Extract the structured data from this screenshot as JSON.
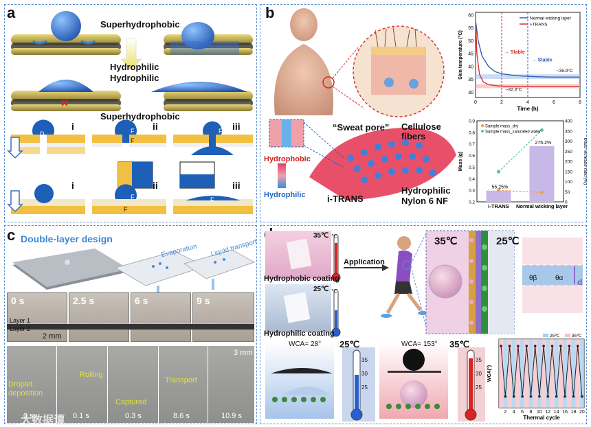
{
  "panels": {
    "a": {
      "label": "a",
      "superhydrophobic_top": "Superhydrophobic",
      "hydrophilic_1": "Hydrophilic",
      "hydrophilic_2": "Hydrophilic",
      "superhydrophobic_bottom": "Superhydrophobic",
      "stage_i": "i",
      "stage_ii": "ii",
      "stage_iii": "iii",
      "stage_i_b": "i",
      "stage_ii_b": "ii",
      "stage_iii_b": "iii",
      "d_label": "D",
      "f_labels": [
        "F",
        "F",
        "F",
        "F",
        "F",
        "F"
      ]
    },
    "b": {
      "label": "b",
      "sweat_pore": "“Sweat pore”",
      "cellulose": "Cellulose fibers",
      "hydrophobic": "Hydrophobic",
      "hydrophilic": "Hydrophilic",
      "itrans": "i-TRANS",
      "nylon": "Hydrophilic Nylon 6 NF"
    },
    "c": {
      "label": "c",
      "title": "Double-layer design",
      "evaporation": "Evaporation",
      "liquid_transport": "Liquid transport",
      "times": [
        "0 s",
        "2.5 s",
        "6 s",
        "9 s"
      ],
      "layer1": "Layer 1",
      "layer2": "Layer 2",
      "scale1": "2 mm",
      "scale2": "3 mm",
      "bottom_times": [
        "0 s",
        "0.1 s",
        "0.3 s",
        "8.6 s",
        "10.9 s"
      ],
      "annotations": [
        "Droplet deposition",
        "Rolling",
        "Captured",
        "Transport"
      ]
    },
    "d": {
      "label": "d",
      "t35": "35℃",
      "t25": "25℃",
      "hydrophobic_coating": "Hydrophobic coating",
      "hydrophilic_coating": "Hydrophilic coating",
      "application": "Application",
      "big35": "35℃",
      "big25": "25℃",
      "theta_beta": "θβ",
      "theta_alpha": "θα",
      "d": "d",
      "wca28": "WCA= 28°",
      "wca153": "WCA= 153°",
      "thermo_unit": "℃",
      "thermo_ticks": [
        "35",
        "30",
        "25"
      ],
      "legend_25": "25℃",
      "legend_35": "35℃",
      "thermal_cycle": "Thermal cycle",
      "wca_axis": "WCA(°)"
    },
    "watermark": "大数据谭"
  },
  "chart_data": [
    {
      "type": "line",
      "xlabel": "Time (h)",
      "ylabel": "Skin temperature (°C)",
      "xlim": [
        0,
        8
      ],
      "ylim": [
        28,
        61
      ],
      "xticks": [
        0,
        2,
        4,
        6,
        8
      ],
      "yticks": [
        30,
        35,
        40,
        45,
        50,
        55,
        60
      ],
      "series": [
        {
          "name": "Normal wicking layer",
          "color": "#2f5db8",
          "x": [
            0,
            0.2,
            0.5,
            1,
            1.5,
            2,
            3,
            4,
            5,
            6,
            7,
            8
          ],
          "y": [
            58,
            50,
            44,
            40,
            38,
            37.2,
            36.5,
            36.2,
            36,
            35.9,
            35.9,
            35.9
          ]
        },
        {
          "name": "i-TRANS",
          "color": "#e0302c",
          "x": [
            0,
            0.1,
            0.3,
            0.6,
            1,
            1.5,
            2,
            3,
            4,
            5,
            6,
            7,
            8
          ],
          "y": [
            59,
            45,
            37,
            34,
            33,
            32.6,
            32.4,
            32.3,
            32.3,
            32.3,
            32.3,
            32.3,
            32.3
          ]
        }
      ],
      "annotations": {
        "stable_red": "Stable",
        "stable_blue": "Stable",
        "label_blue": "~35.9°C",
        "label_red": "~32.3°C"
      },
      "vlines": [
        2,
        4
      ]
    },
    {
      "type": "bar",
      "categories": [
        "i-TRANS",
        "Normal wicking layer"
      ],
      "ylabel": "Mass (g)",
      "y2label": "Mass increase ratio (%)",
      "ylim": [
        0.2,
        0.9
      ],
      "y2lim": [
        0,
        400
      ],
      "yticks": [
        0.2,
        0.3,
        0.4,
        0.5,
        0.6,
        0.7,
        0.8,
        0.9
      ],
      "y2ticks": [
        0,
        50,
        100,
        150,
        200,
        250,
        300,
        350,
        400
      ],
      "bars": {
        "values": [
          55.25,
          275.2
        ],
        "labels": [
          "55.25%",
          "275.2%"
        ]
      },
      "series": [
        {
          "name": "Sample mass_dry",
          "color": "#f0a040",
          "values": [
            0.3,
            0.28
          ]
        },
        {
          "name": "Sample mass_saturated water",
          "color": "#5fbfa0",
          "values": [
            0.46,
            0.82
          ]
        }
      ]
    },
    {
      "type": "line",
      "xlabel": "Thermal cycle",
      "ylabel": "WCA(°)",
      "xticks": [
        2,
        4,
        6,
        8,
        10,
        12,
        14,
        16,
        18,
        20
      ],
      "x": [
        1,
        2,
        3,
        4,
        5,
        6,
        7,
        8,
        9,
        10,
        11,
        12,
        13,
        14,
        15,
        16,
        17,
        18,
        19,
        20
      ],
      "series": [
        {
          "name": "WCA",
          "values": [
            153,
            28,
            153,
            28,
            153,
            28,
            153,
            28,
            153,
            28,
            153,
            28,
            153,
            28,
            153,
            28,
            153,
            28,
            153,
            28
          ]
        }
      ],
      "legend": [
        "25℃",
        "35℃"
      ]
    }
  ]
}
